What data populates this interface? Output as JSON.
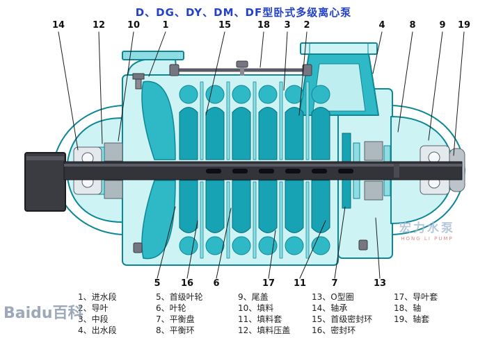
{
  "title": "D、DG、DY、DM、DF型卧式多级离心泵",
  "callouts_top": [
    "14",
    "12",
    "10",
    "1",
    "15",
    "18",
    "3",
    "2",
    "4",
    "8",
    "9",
    "19"
  ],
  "callouts_bottom": [
    "5",
    "16",
    "6",
    "17",
    "11",
    "7",
    "13"
  ],
  "legend": [
    [
      "1、进水段",
      "2、导叶",
      "3、中段",
      "4、出水段"
    ],
    [
      "5、首级叶轮",
      "6、叶轮",
      "7、平衡盘",
      "8、平衡环"
    ],
    [
      "9、尾盖",
      "10、填料",
      "11、填料套",
      "12、填料压盖"
    ],
    [
      "13、O型圈",
      "14、轴承",
      "15、首级密封环",
      "16、密封环"
    ],
    [
      "17、导叶套",
      "18、轴",
      "19、轴套"
    ]
  ],
  "watermarks": {
    "baidu": "Baidu百科",
    "brand_cn": "宏力水泵",
    "brand_en": "HONG LI PUMP"
  },
  "colors": {
    "title": "#2340c8",
    "casing_light": "#cdf3f5",
    "casing_mid": "#8fdde2",
    "teal": "#2fb9c6",
    "teal_dark": "#0d8795",
    "impeller": "#17a3b3",
    "shaft": "#33333a"
  }
}
